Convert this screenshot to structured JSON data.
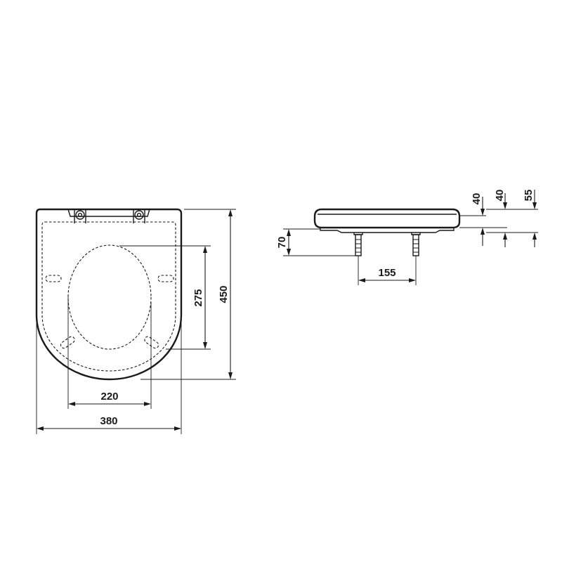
{
  "front_view": {
    "width_label": "380",
    "hinge_spacing_label": "220",
    "opening_length_label": "275",
    "overall_length_label": "450"
  },
  "side_view": {
    "fixing_spacing_label": "155",
    "bolt_length_label": "70",
    "lid_height_label": "40",
    "seat_height_label": "40",
    "total_height_label": "55"
  },
  "colors": {
    "line": "#1a1a1a",
    "background": "#ffffff"
  }
}
